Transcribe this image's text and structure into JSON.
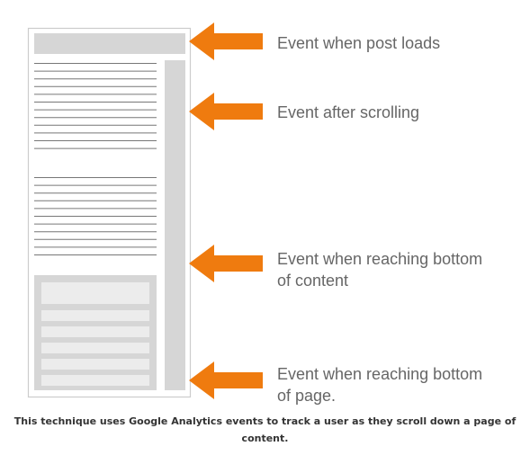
{
  "colors": {
    "arrow": "#ef7b0f",
    "page_border": "#cccccc",
    "block_fill": "#d6d6d6",
    "line_stroke": "#777777",
    "event_text": "#666666"
  },
  "events": [
    {
      "lines": [
        "Event when post loads"
      ],
      "arrow_icon": "arrow-left-icon"
    },
    {
      "lines": [
        "Event after scrolling"
      ],
      "arrow_icon": "arrow-left-icon"
    },
    {
      "lines": [
        "Event when reaching bottom",
        "of content"
      ],
      "arrow_icon": "arrow-left-icon"
    },
    {
      "lines": [
        "Event when reaching bottom",
        "of page."
      ],
      "arrow_icon": "arrow-left-icon"
    }
  ],
  "caption": {
    "line1": "This technique uses Google Analytics events to track a user as they scroll down a page of",
    "line2": "content."
  }
}
